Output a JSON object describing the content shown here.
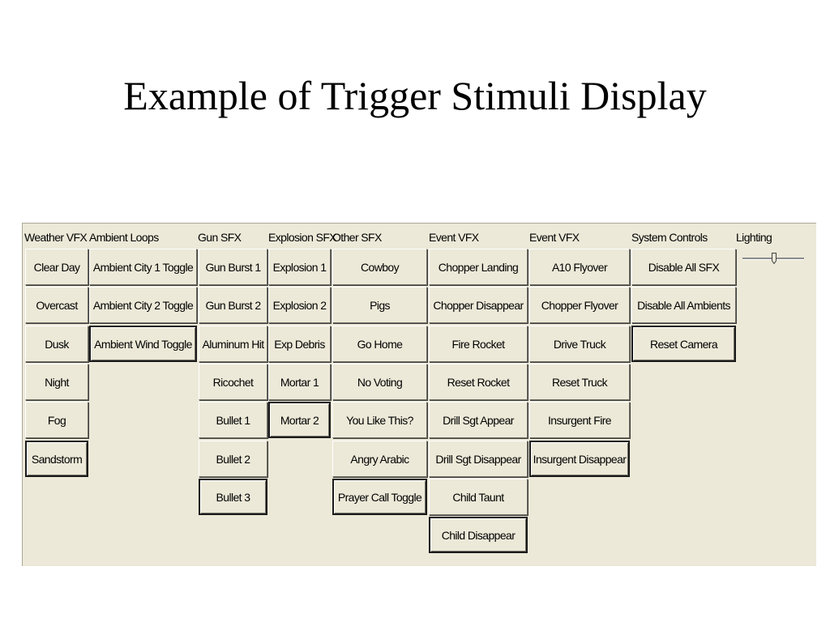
{
  "title": "Example of Trigger Stimuli Display",
  "headers": [
    "Weather VFX",
    "Ambient Loops",
    "Gun SFX",
    "Explosion SFX",
    "Other SFX",
    "Event VFX",
    "Event VFX",
    "System Controls",
    "Lighting"
  ],
  "columns": [
    [
      "Clear Day",
      "Overcast",
      "Dusk",
      "Night",
      "Fog",
      "Sandstorm"
    ],
    [
      "Ambient City 1 Toggle",
      "Ambient City 2 Toggle",
      "Ambient Wind Toggle"
    ],
    [
      "Gun Burst 1",
      "Gun Burst 2",
      "Aluminum Hit",
      "Ricochet",
      "Bullet 1",
      "Bullet 2",
      "Bullet 3"
    ],
    [
      "Explosion 1",
      "Explosion 2",
      "Exp Debris",
      "Mortar 1",
      "Mortar 2"
    ],
    [
      "Cowboy",
      "Pigs",
      "Go Home",
      "No Voting",
      "You Like This?",
      "Angry Arabic",
      "Prayer Call Toggle"
    ],
    [
      "Chopper Landing",
      "Chopper Disappear",
      "Fire Rocket",
      "Reset Rocket",
      "Drill Sgt Appear",
      "Drill Sgt Disappear",
      "Child Taunt",
      "Child Disappear"
    ],
    [
      "A10 Flyover",
      "Chopper Flyover",
      "Drive Truck",
      "Reset Truck",
      "Insurgent Fire",
      "Insurgent Disappear"
    ],
    [
      "Disable All SFX",
      "Disable All Ambients",
      "Reset Camera"
    ]
  ],
  "lighting_slider": {
    "level": 0.5
  }
}
